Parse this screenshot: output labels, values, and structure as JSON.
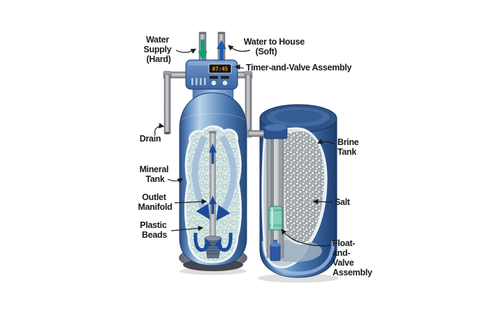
{
  "diagram": {
    "labels": {
      "water_supply": {
        "l1": "Water",
        "l2": "Supply",
        "l3": "(Hard)"
      },
      "water_to_house": {
        "l1": "Water to House",
        "l2": "(Soft)"
      },
      "timer_valve": {
        "l1": "Timer-and-Valve Assembly"
      },
      "drain": {
        "l1": "Drain"
      },
      "mineral_tank": {
        "l1": "Mineral",
        "l2": "Tank"
      },
      "outlet_manifold": {
        "l1": "Outlet",
        "l2": "Manifold"
      },
      "plastic_beads": {
        "l1": "Plastic",
        "l2": "Beads"
      },
      "brine_tank": {
        "l1": "Brine",
        "l2": "Tank"
      },
      "salt": {
        "l1": "Salt"
      },
      "float_valve": {
        "l1": "Float-",
        "l2": "and-",
        "l3": "Valve",
        "l4": "Assembly"
      }
    },
    "timer_display": "07:45",
    "colors": {
      "tank_blue": "#4d7ab0",
      "brine_blue": "#2e5388",
      "flow_arrow_navy": "#1d4b9a",
      "hard_water_green": "#00a87c",
      "soft_water_blue": "#1d5cb5",
      "float_teal": "#82d2be",
      "label_text": "#1a1a1a"
    }
  }
}
